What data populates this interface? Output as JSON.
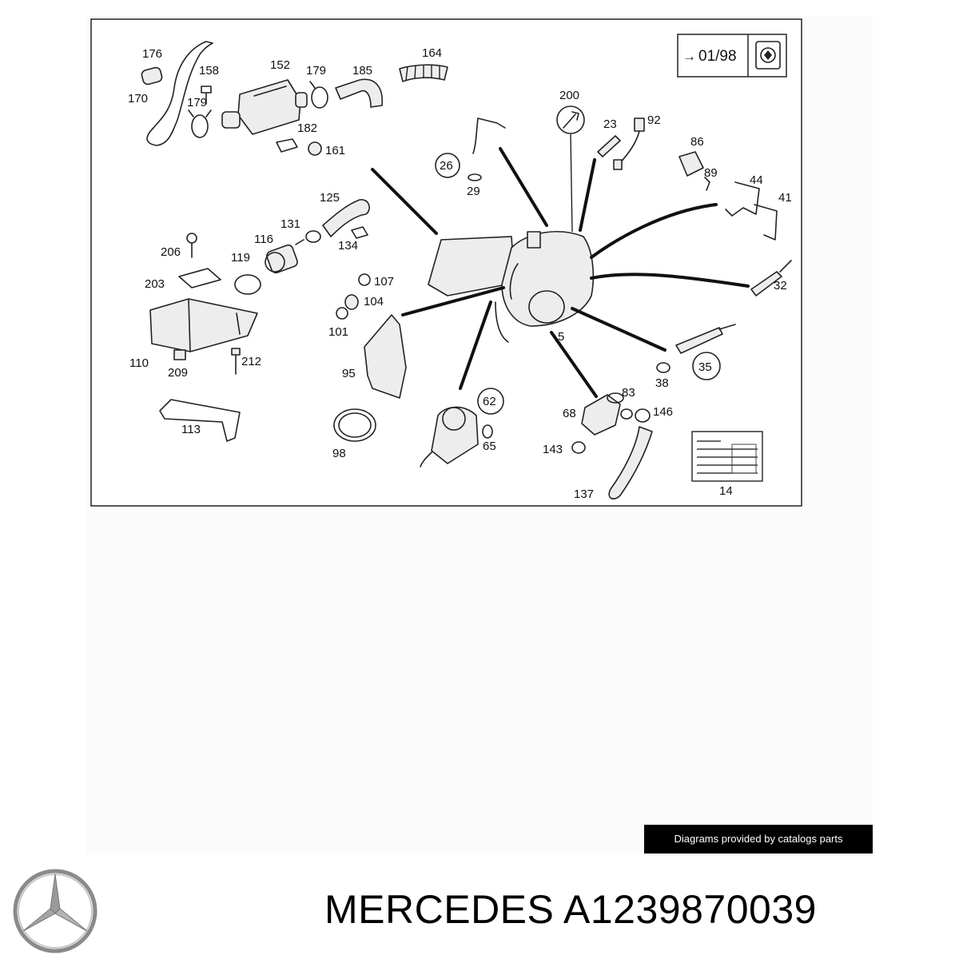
{
  "diagram": {
    "ref_box": {
      "text": "01/98"
    },
    "labels": {
      "l176": "176",
      "l158": "158",
      "l152": "152",
      "l179a": "179",
      "l185": "185",
      "l164": "164",
      "l170": "170",
      "l179b": "179",
      "l182": "182",
      "l161": "161",
      "l200": "200",
      "l23": "23",
      "l92": "92",
      "l26": "26",
      "l29": "29",
      "l86": "86",
      "l89": "89",
      "l44": "44",
      "l41": "41",
      "l125": "125",
      "l131": "131",
      "l116": "116",
      "l134": "134",
      "l206": "206",
      "l119": "119",
      "l203": "203",
      "l107": "107",
      "l104": "104",
      "l101": "101",
      "l32": "32",
      "l5": "5",
      "l110": "110",
      "l209": "209",
      "l212": "212",
      "l95": "95",
      "l35": "35",
      "l38": "38",
      "l62": "62",
      "l83": "83",
      "l68": "68",
      "l146": "146",
      "l113": "113",
      "l98": "98",
      "l65": "65",
      "l143": "143",
      "l137": "137",
      "l14": "14"
    }
  },
  "caption": {
    "text": "Diagrams provided by catalogs parts"
  },
  "brand": {
    "text": "MERCEDES A1239870039"
  },
  "icons": {
    "logo": "mercedes-star-logo",
    "wrench": "wrench-icon",
    "manufacturer_plate": "heater-icon"
  },
  "colors": {
    "caption_bg": "#000000",
    "caption_fg": "#ffffff",
    "page_bg": "#ffffff"
  }
}
